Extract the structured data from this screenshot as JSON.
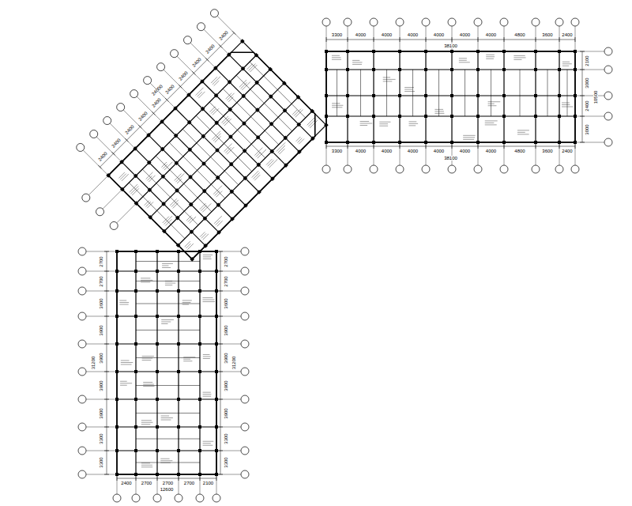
{
  "diagram": {
    "labels": [
      "3300",
      "4000",
      "4000",
      "4000",
      "4000",
      "4000",
      "4000",
      "4800",
      "3600",
      "2400",
      "38100",
      "3300",
      "4000",
      "4000",
      "4000",
      "4000",
      "4000",
      "4000",
      "4800",
      "3600",
      "2400",
      "38100",
      "2100",
      "3000",
      "2400",
      "3000",
      "10500",
      "2400",
      "2700",
      "2700",
      "2700",
      "2100",
      "12600",
      "2700",
      "2700",
      "3600",
      "3900",
      "3900",
      "3900",
      "3900",
      "3300",
      "3300",
      "31200",
      "2700",
      "2700",
      "3600",
      "3900",
      "3900",
      "3900",
      "3900",
      "3300",
      "3300",
      "31200",
      "2400",
      "2400",
      "2400",
      "2400",
      "2400",
      "2400",
      "2400",
      "2400",
      "2400",
      "2400",
      "24000"
    ]
  }
}
